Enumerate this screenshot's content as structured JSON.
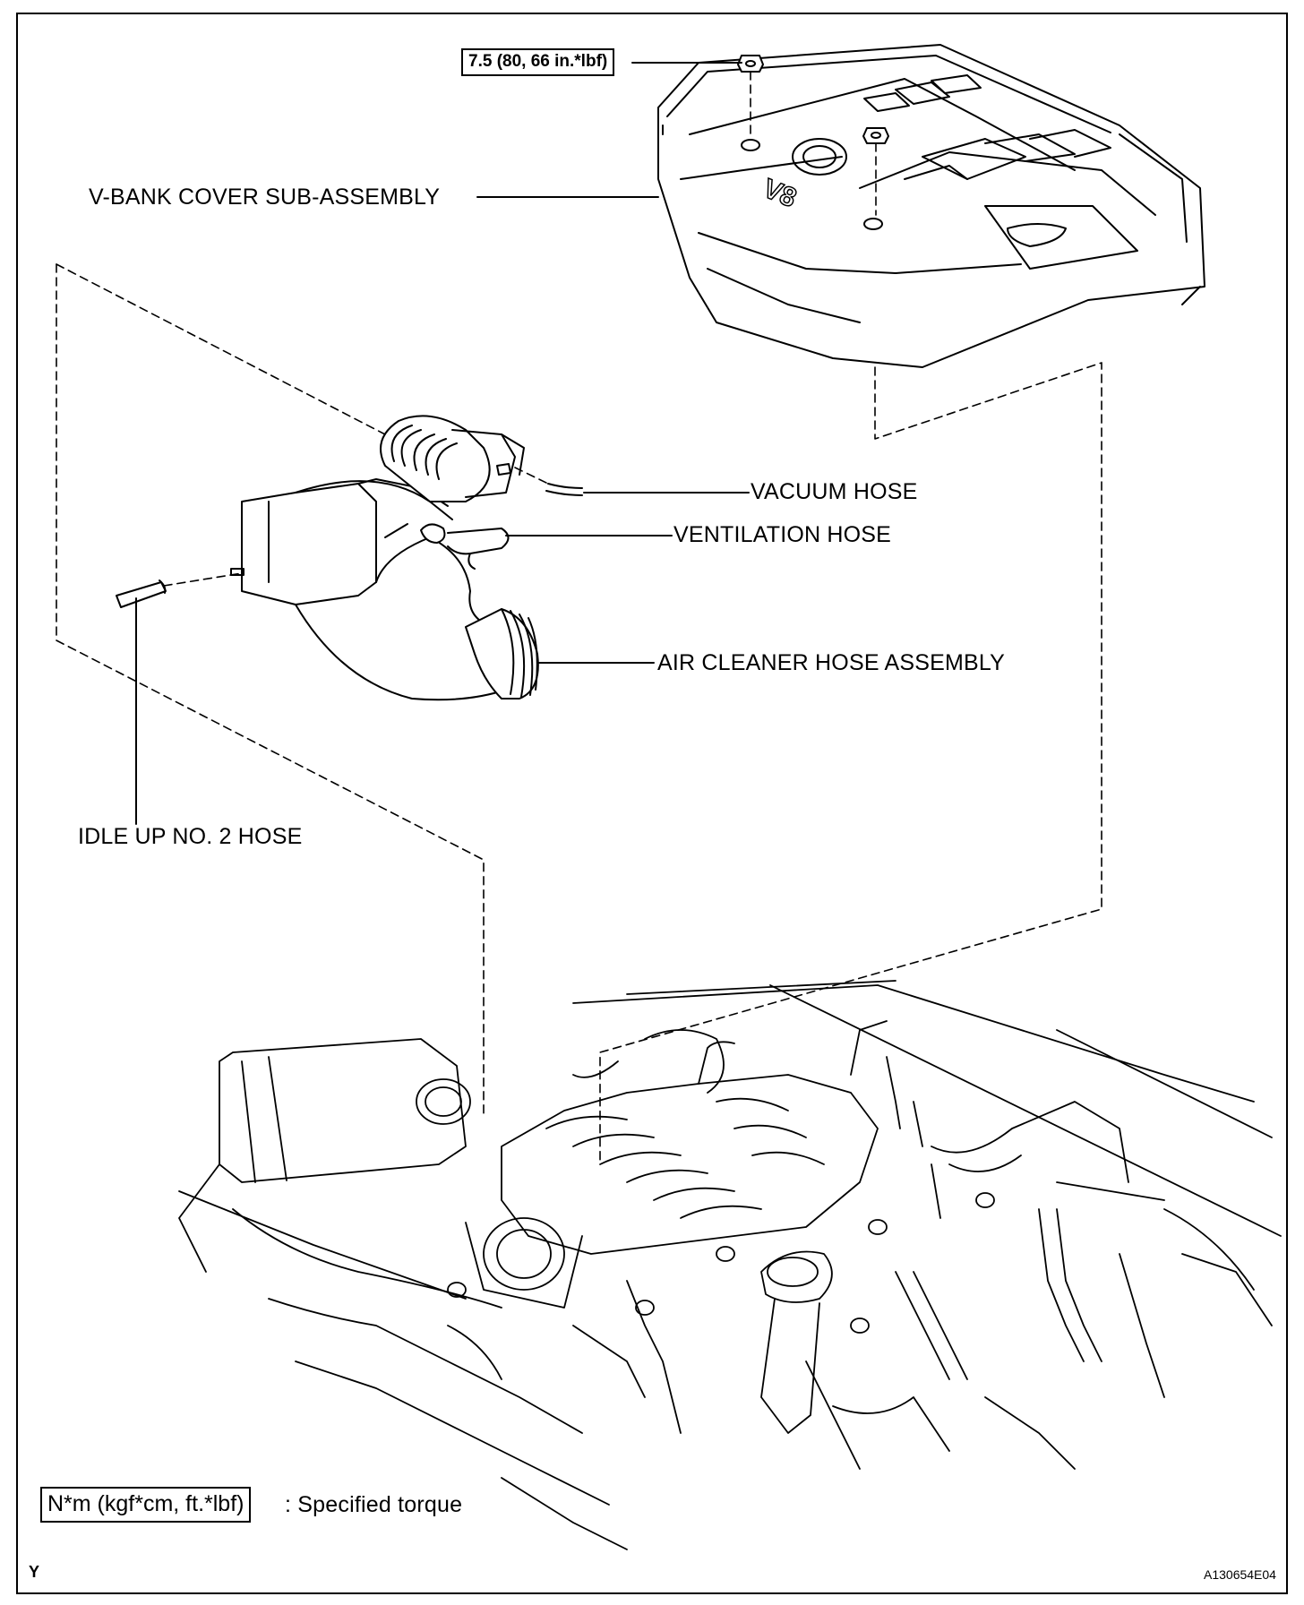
{
  "torque_spec": "7.5 (80, 66 in.*lbf)",
  "labels": {
    "v_bank_cover": "V-BANK COVER SUB-ASSEMBLY",
    "vacuum_hose": "VACUUM HOSE",
    "ventilation_hose": "VENTILATION HOSE",
    "air_cleaner_hose": "AIR CLEANER HOSE ASSEMBLY",
    "idle_up_hose": "IDLE UP NO. 2 HOSE"
  },
  "cover_badge": "V8",
  "legend": {
    "unit_box": "N*m (kgf*cm, ft.*lbf)",
    "description": ": Specified torque"
  },
  "footer": {
    "view_code": "Y",
    "figure_id": "A130654E04"
  }
}
